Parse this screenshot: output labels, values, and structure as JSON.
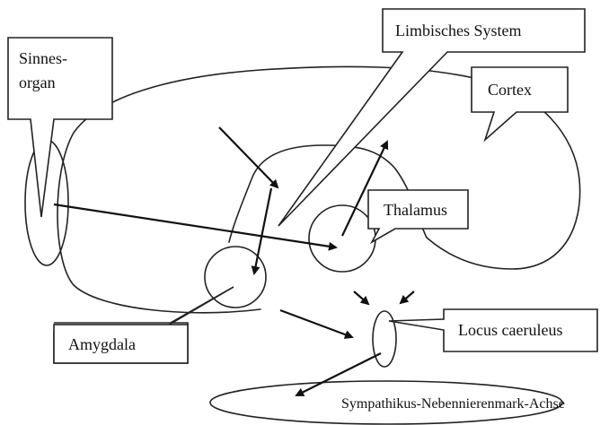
{
  "labels": {
    "sinnesorgan_line1": "Sinnes-",
    "sinnesorgan_line2": "organ",
    "limbisches_system": "Limbisches System",
    "cortex": "Cortex",
    "thalamus": "Thalamus",
    "amygdala": "Amygdala",
    "locus_caeruleus": "Locus caeruleus",
    "sympathikus": "Sympathikus-Nebennierenmark-Achse"
  },
  "colors": {
    "line": "#222222",
    "background": "#ffffff"
  }
}
